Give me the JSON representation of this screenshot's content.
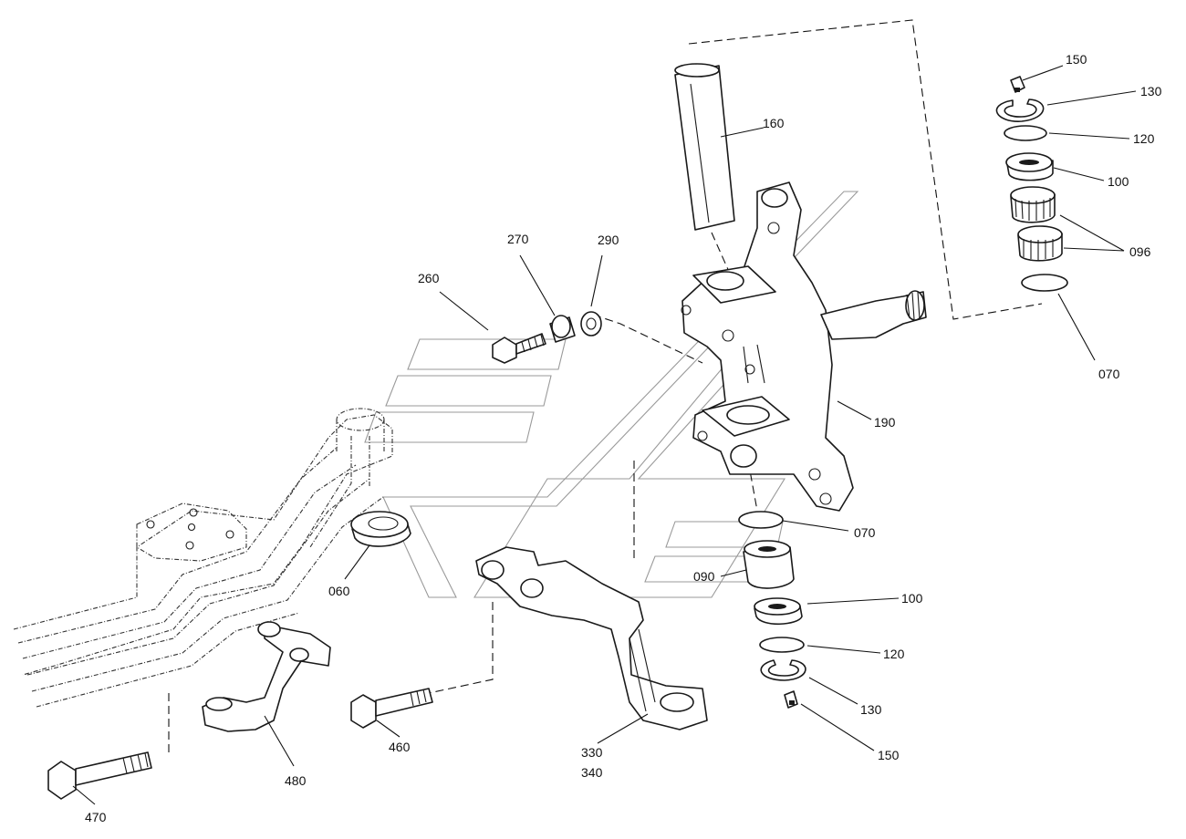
{
  "diagram": {
    "callouts": [
      {
        "id": "150-top",
        "text": "150"
      },
      {
        "id": "130-top",
        "text": "130"
      },
      {
        "id": "120-top",
        "text": "120"
      },
      {
        "id": "100-top",
        "text": "100"
      },
      {
        "id": "096",
        "text": "096"
      },
      {
        "id": "070-top",
        "text": "070"
      },
      {
        "id": "160",
        "text": "160"
      },
      {
        "id": "270",
        "text": "270"
      },
      {
        "id": "290",
        "text": "290"
      },
      {
        "id": "260",
        "text": "260"
      },
      {
        "id": "190",
        "text": "190"
      },
      {
        "id": "070-bottom",
        "text": "070"
      },
      {
        "id": "090",
        "text": "090"
      },
      {
        "id": "100-bottom",
        "text": "100"
      },
      {
        "id": "120-bottom",
        "text": "120"
      },
      {
        "id": "130-bottom",
        "text": "130"
      },
      {
        "id": "150-bottom",
        "text": "150"
      },
      {
        "id": "060",
        "text": "060"
      },
      {
        "id": "330",
        "text": "330"
      },
      {
        "id": "340",
        "text": "340"
      },
      {
        "id": "460",
        "text": "460"
      },
      {
        "id": "480",
        "text": "480"
      },
      {
        "id": "470",
        "text": "470"
      }
    ]
  }
}
